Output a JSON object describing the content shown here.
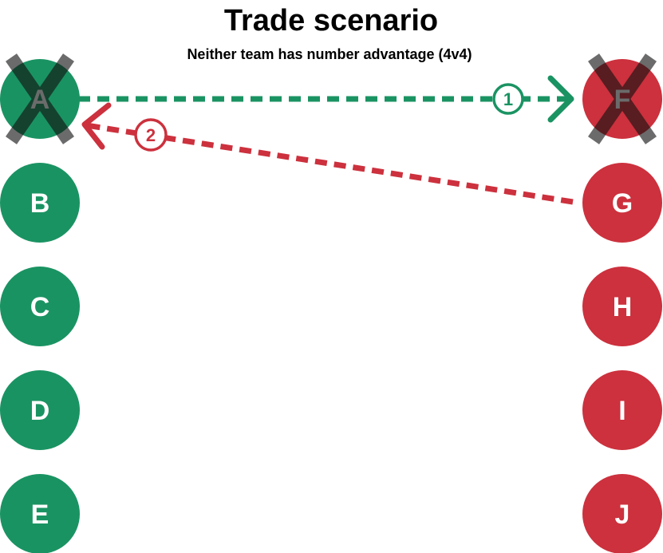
{
  "title": "Trade scenario",
  "subtitle": "Neither team has number advantage (4v4)",
  "colors": {
    "team_green": "#1a9362",
    "team_red": "#cc313d",
    "eliminated_x": "#111111"
  },
  "team_green": {
    "players": [
      {
        "label": "A",
        "eliminated": true
      },
      {
        "label": "B",
        "eliminated": false
      },
      {
        "label": "C",
        "eliminated": false
      },
      {
        "label": "D",
        "eliminated": false
      },
      {
        "label": "E",
        "eliminated": false
      }
    ]
  },
  "team_red": {
    "players": [
      {
        "label": "F",
        "eliminated": true
      },
      {
        "label": "G",
        "eliminated": false
      },
      {
        "label": "H",
        "eliminated": false
      },
      {
        "label": "I",
        "eliminated": false
      },
      {
        "label": "J",
        "eliminated": false
      }
    ]
  },
  "actions": [
    {
      "step": "1",
      "from": "A",
      "to": "F",
      "team": "green"
    },
    {
      "step": "2",
      "from": "G",
      "to": "A",
      "team": "red"
    }
  ]
}
